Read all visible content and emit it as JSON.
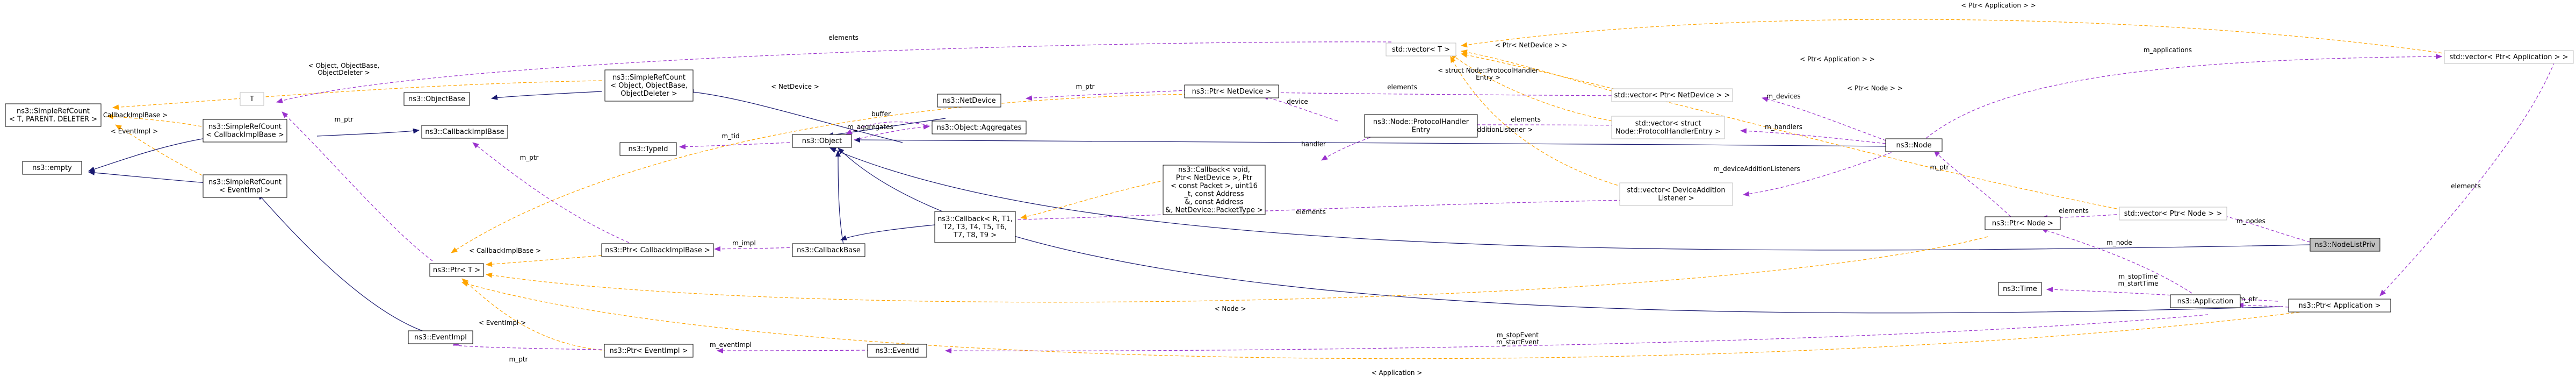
{
  "nodes": {
    "simplerefcount_tpl": [
      "ns3::SimpleRefCount",
      "< T, PARENT, DELETER >"
    ],
    "empty": [
      "ns3::empty"
    ],
    "simplerefcount_cb": [
      "ns3::SimpleRefCount",
      "< CallbackImplBase >"
    ],
    "simplerefcount_ev": [
      "ns3::SimpleRefCount",
      "< EventImpl >"
    ],
    "t": [
      "T"
    ],
    "objectbase": [
      "ns3::ObjectBase"
    ],
    "simplerefcount_obj": [
      "ns3::SimpleRefCount",
      "< Object, ObjectBase,",
      "ObjectDeleter >"
    ],
    "callbackimplbase": [
      "ns3::CallbackImplBase"
    ],
    "typeid": [
      "ns3::TypeId"
    ],
    "object": [
      "ns3::Object"
    ],
    "netdevice": [
      "ns3::NetDevice"
    ],
    "aggregates": [
      "ns3::Object::Aggregates"
    ],
    "ptr_t": [
      "ns3::Ptr< T >"
    ],
    "ptr_cbimpl": [
      "ns3::Ptr< CallbackImplBase >"
    ],
    "callbackbase": [
      "ns3::CallbackBase"
    ],
    "callback_tpl": [
      "ns3::Callback< R, T1,",
      "T2, T3, T4, T5, T6,",
      "T7, T8, T9 >"
    ],
    "callback_void": [
      "ns3::Callback< void,",
      "Ptr< NetDevice >, Ptr",
      "< const Packet >, uint16",
      "_t, const Address",
      "&, const Address",
      "&, NetDevice::PacketType >"
    ],
    "eventimpl": [
      "ns3::EventImpl"
    ],
    "ptr_eventimpl": [
      "ns3::Ptr< EventImpl >"
    ],
    "eventid": [
      "ns3::EventId"
    ],
    "ptr_netdevice": [
      "ns3::Ptr< NetDevice >"
    ],
    "protocolhandler": [
      "ns3::Node::ProtocolHandler",
      "Entry"
    ],
    "vector_t": [
      "std::vector< T >"
    ],
    "vector_ptr_netdevice": [
      "std::vector< Ptr< NetDevice > >"
    ],
    "vector_protocolhandler": [
      "std::vector< struct",
      "Node::ProtocolHandlerEntry >"
    ],
    "vector_devadd": [
      "std::vector< DeviceAddition",
      "Listener >"
    ],
    "node": [
      "ns3::Node"
    ],
    "ptr_node": [
      "ns3::Ptr< Node >"
    ],
    "vector_ptr_node": [
      "std::vector< Ptr< Node > >"
    ],
    "nodelistpriv": [
      "ns3::NodeListPriv"
    ],
    "time": [
      "ns3::Time"
    ],
    "application": [
      "ns3::Application"
    ],
    "ptr_application": [
      "ns3::Ptr< Application >"
    ],
    "vector_ptr_app": [
      "std::vector< Ptr< Application > >"
    ]
  },
  "edges": {
    "e_tpl_cb": [
      "< CallbackImplBase >"
    ],
    "e_tpl_ev": [
      "< EventImpl >"
    ],
    "e_tpl_obj": [
      "< Object, ObjectBase,",
      "ObjectDeleter >"
    ],
    "e_t_ptr": [
      "m_ptr"
    ],
    "e_vec_elements_top": [
      "elements"
    ],
    "e_vec_app": [
      "< Ptr< Application > >"
    ],
    "e_vec_ptrnetdev": [
      "< Ptr< NetDevice > >"
    ],
    "e_ptr_netdev": [
      "< NetDevice >"
    ],
    "e_netdev_mptr": [
      "m_ptr"
    ],
    "e_typeid_tid": [
      "m_tid"
    ],
    "e_buffer": [
      "buffer"
    ],
    "e_aggregates": [
      "m_aggregates"
    ],
    "e_mptr_cb": [
      "m_ptr"
    ],
    "e_ptr_cb_tpl": [
      "< CallbackImplBase >"
    ],
    "e_impl": [
      "m_impl"
    ],
    "e_device": [
      "device"
    ],
    "e_handler": [
      "handler"
    ],
    "e_elements_cb": [
      "elements"
    ],
    "e_elements_dev": [
      "elements"
    ],
    "e_elements_ph": [
      "elements"
    ],
    "e_struct_ph": [
      "< struct Node::ProtocolHandler",
      "Entry >"
    ],
    "e_devadd_tpl": [
      "< DeviceAdditionListener >"
    ],
    "e_mdevices": [
      "m_devices"
    ],
    "e_mhandlers": [
      "m_handlers"
    ],
    "e_mdevadd": [
      "m_deviceAdditionListeners"
    ],
    "e_mapps": [
      "m_applications"
    ],
    "e_ptr_node_tpl": [
      "< Ptr< Node > >"
    ],
    "e_node_mptr": [
      "m_ptr"
    ],
    "e_elements_node": [
      "elements"
    ],
    "e_mnodes": [
      "m_nodes"
    ],
    "e_mnode": [
      "m_node"
    ],
    "e_node_tpl": [
      "< Node >"
    ],
    "e_time": [
      "m_stopTime",
      "m_startTime"
    ],
    "e_app_mptr": [
      "m_ptr"
    ],
    "e_elements_app": [
      "elements"
    ],
    "e_app_tpl_top": [
      "< Ptr< Application > >"
    ],
    "e_app_tpl_bottom": [
      "< Application >"
    ],
    "e_event": [
      "m_stopEvent",
      "m_startEvent"
    ],
    "e_eventid": [
      "m_eventImpl"
    ],
    "e_eventimpl_tpl": [
      "< EventImpl >"
    ],
    "e_ev_mptr": [
      "m_ptr"
    ]
  }
}
